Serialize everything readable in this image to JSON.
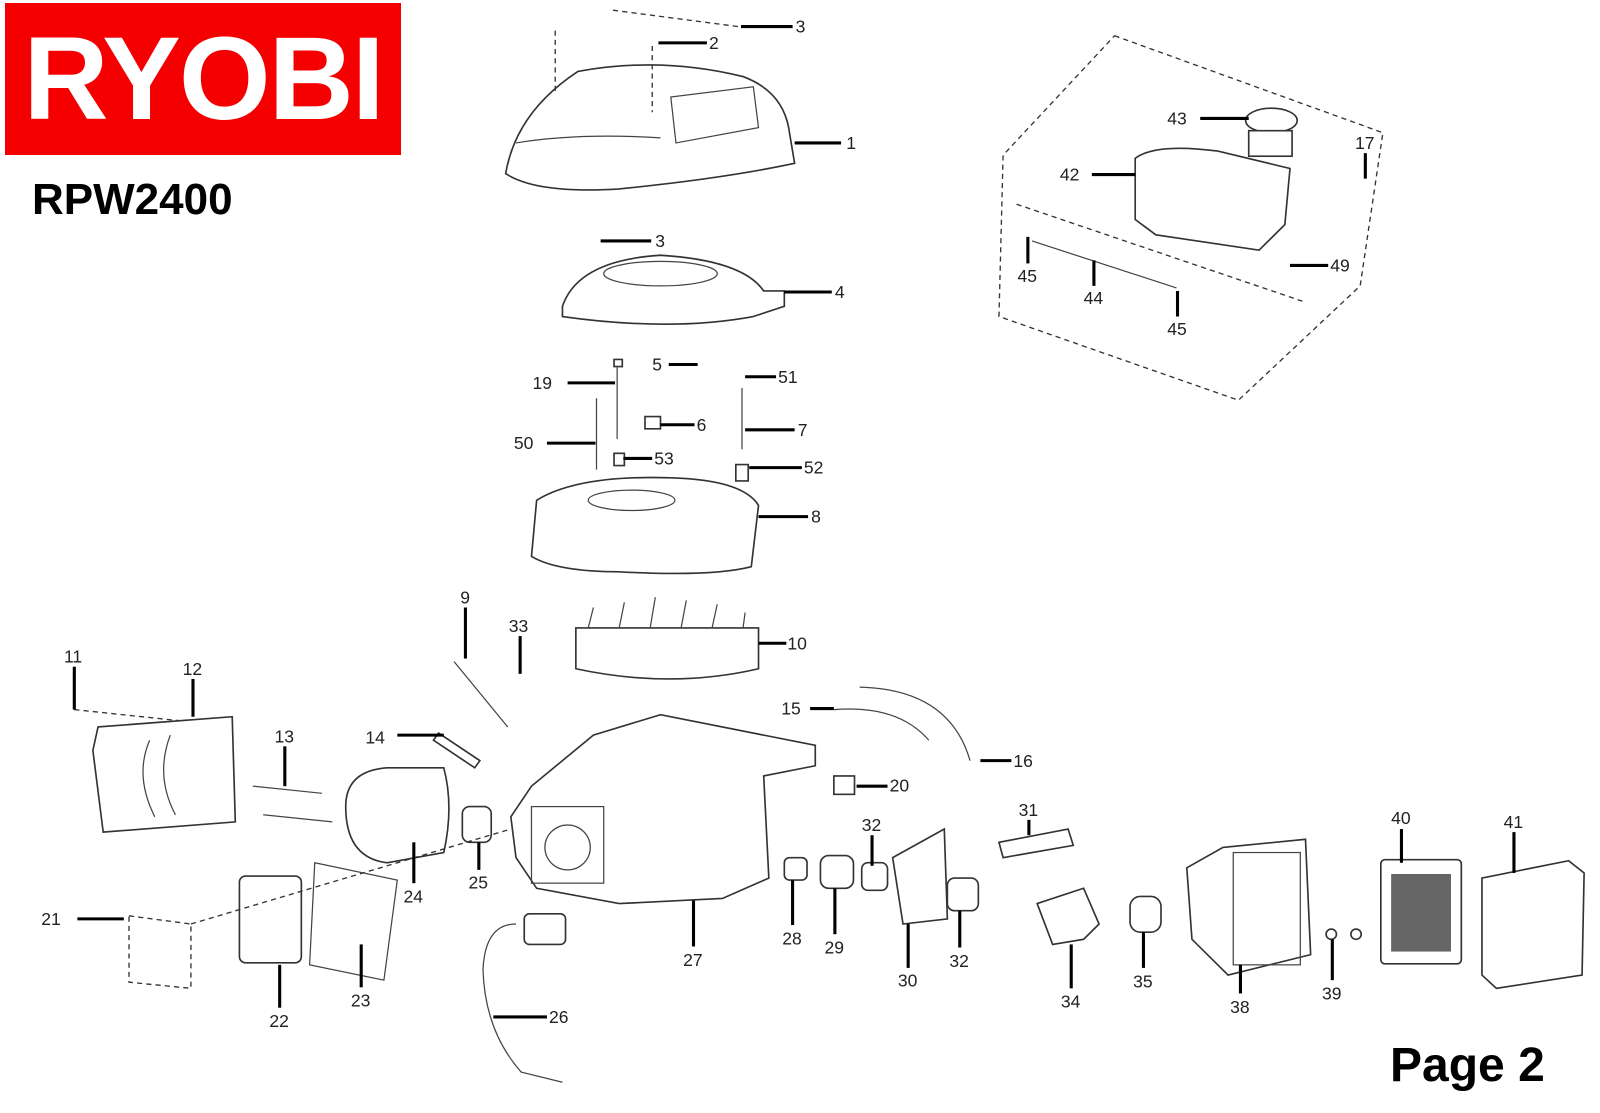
{
  "brand": {
    "logo_text": "RYOBI",
    "logo_color": "#f40000"
  },
  "model": "RPW2400",
  "page_label": "Page 2",
  "callouts": [
    "1",
    "2",
    "3",
    "3",
    "4",
    "5",
    "6",
    "19",
    "51",
    "7",
    "50",
    "53",
    "52",
    "8",
    "9",
    "33",
    "10",
    "11",
    "12",
    "13",
    "14",
    "15",
    "16",
    "20",
    "31",
    "32",
    "40",
    "41",
    "24",
    "25",
    "21",
    "27",
    "28",
    "29",
    "30",
    "32",
    "34",
    "35",
    "38",
    "39",
    "22",
    "23",
    "26",
    "43",
    "17",
    "42",
    "45",
    "44",
    "45",
    "49"
  ]
}
